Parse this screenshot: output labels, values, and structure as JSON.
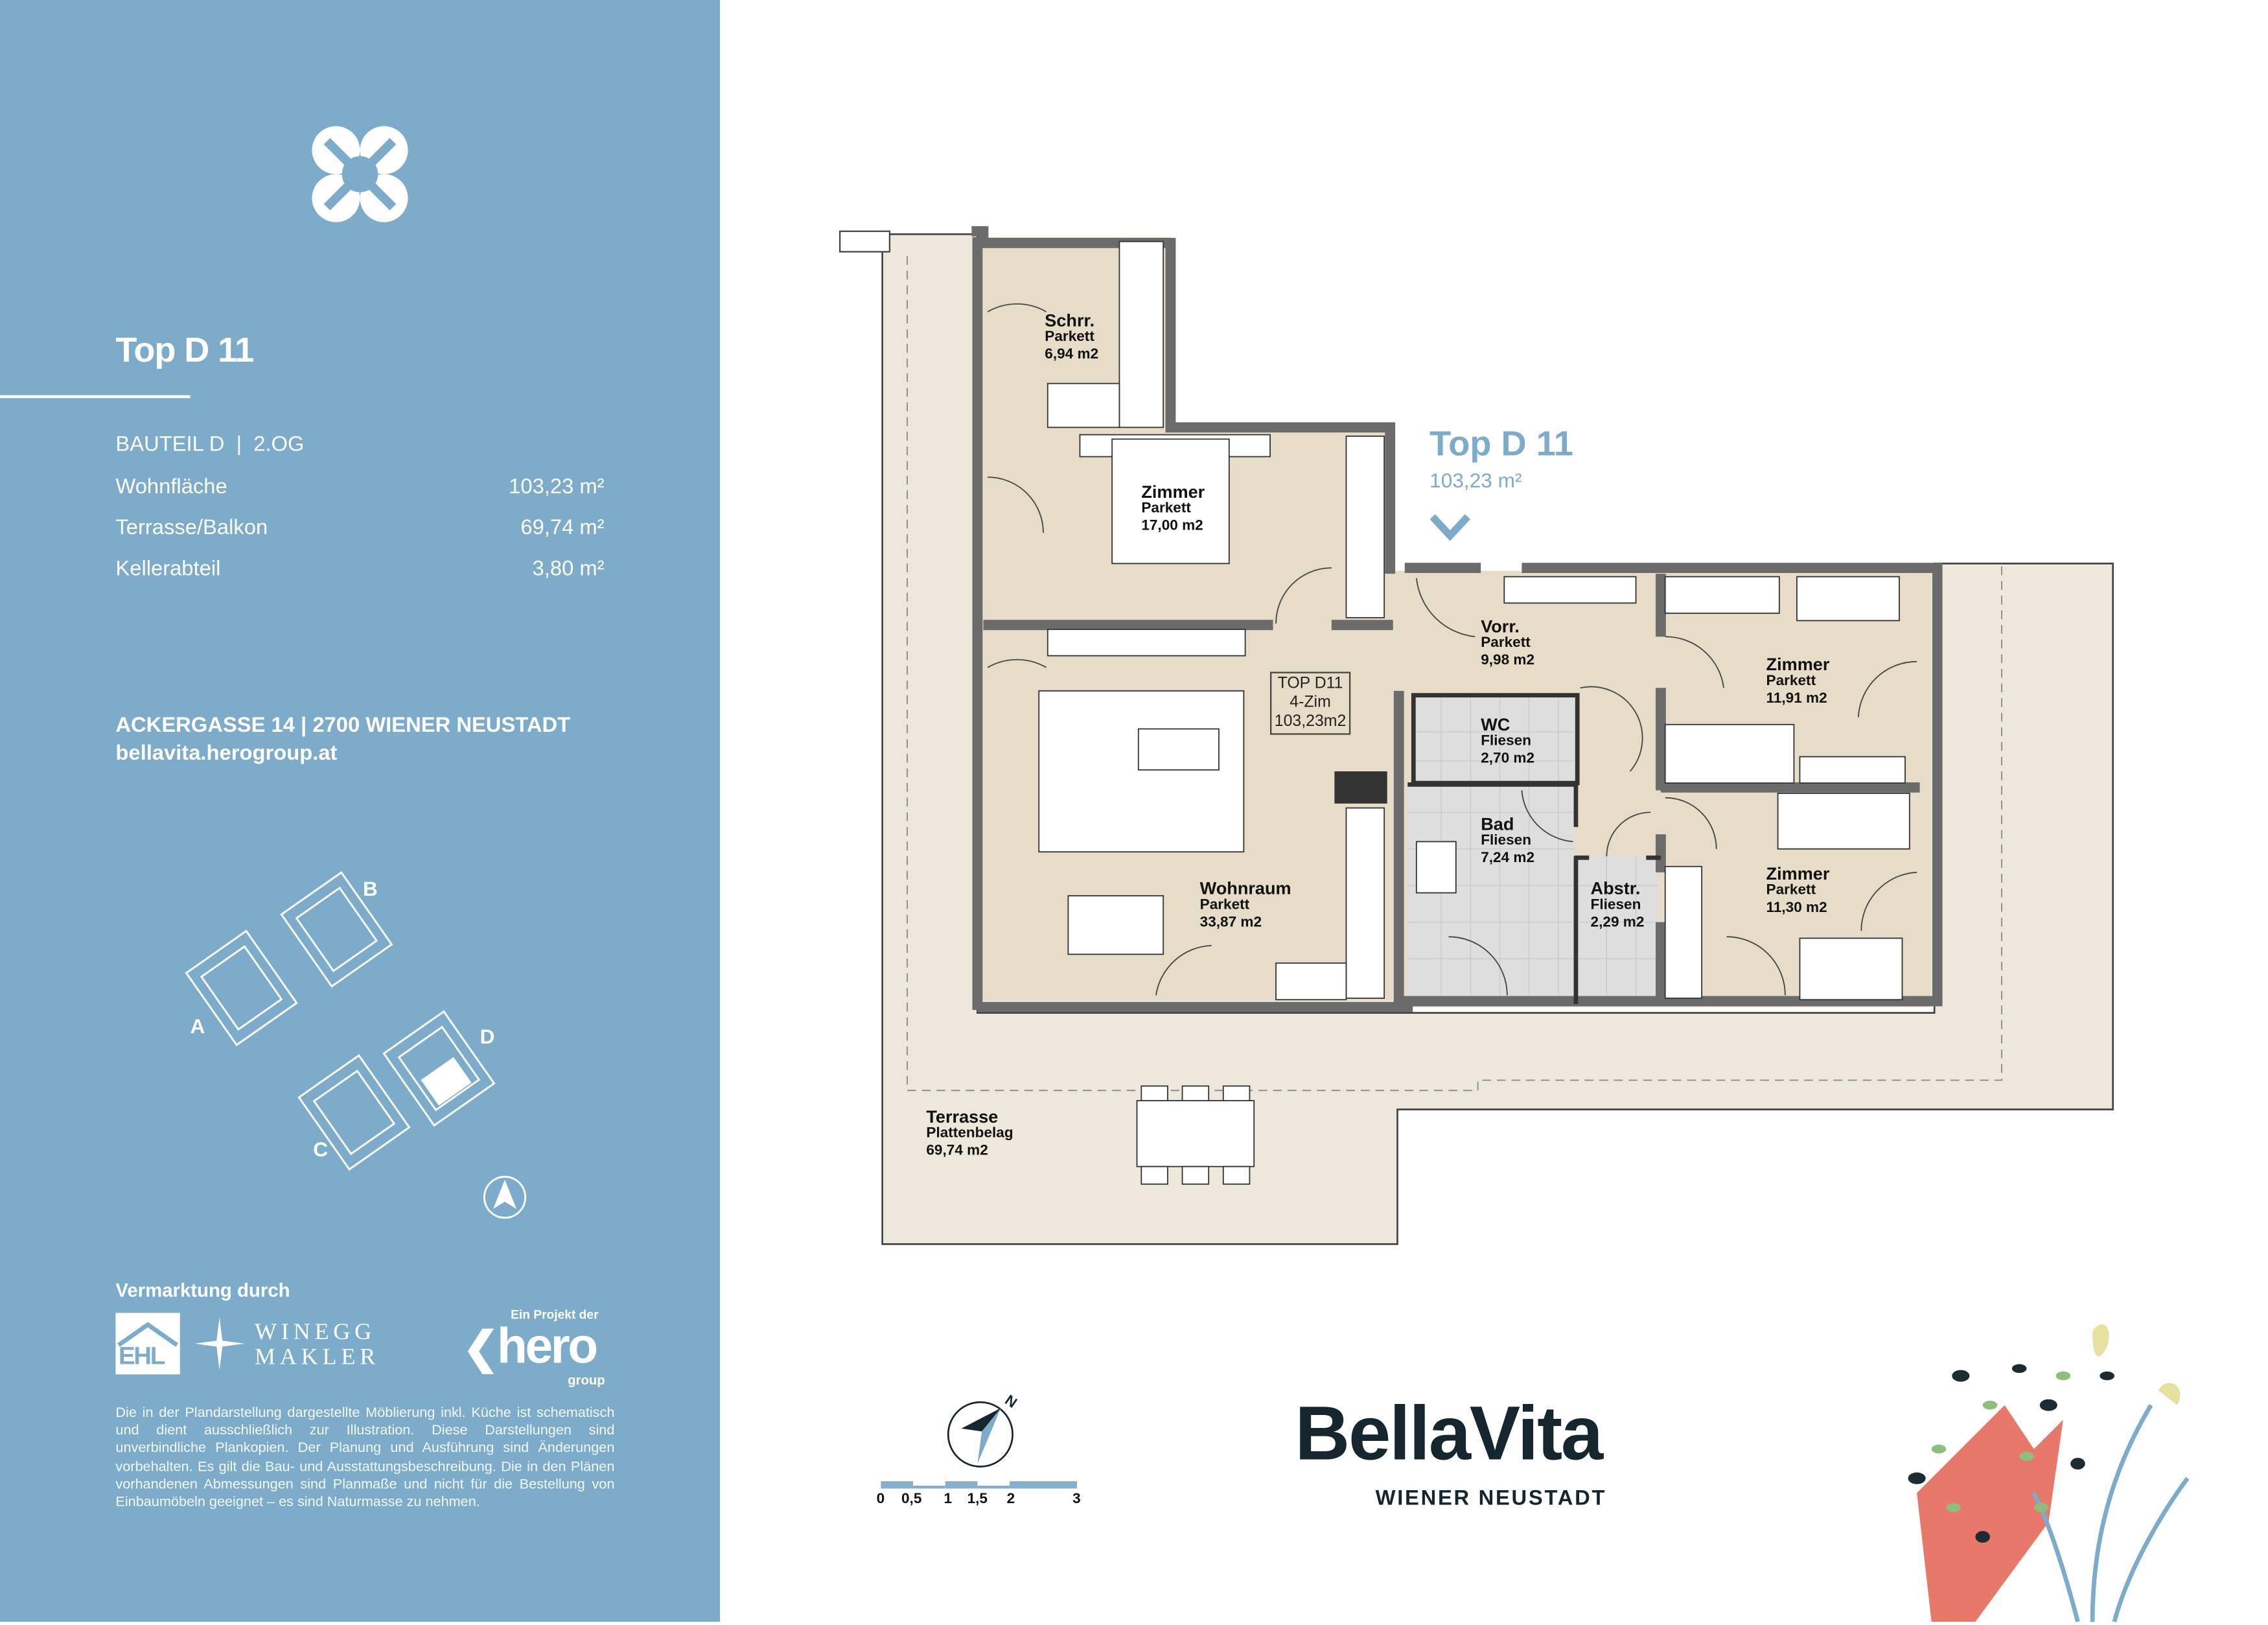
{
  "sidebar": {
    "title": "Top D 11",
    "bauteil": "BAUTEIL D  |  2.OG",
    "areas": [
      {
        "label": "Wohnfläche",
        "value": "103,23 m²"
      },
      {
        "label": "Terrasse/Balkon",
        "value": "69,74 m²"
      },
      {
        "label": "Kellerabteil",
        "value": "3,80 m²"
      }
    ],
    "address": "ACKERGASSE 14 | 2700 WIENER NEUSTADT",
    "website": "bellavita.herogroup.at",
    "site_plan_buildings": [
      "A",
      "B",
      "C",
      "D"
    ],
    "marketing_label": "Vermarktung durch",
    "partner_logos": {
      "ehl": "EHL",
      "winegg": [
        "WINEGG",
        "MAKLER"
      ],
      "hero_prefix": "Ein Projekt der",
      "hero": "hero",
      "hero_suffix": "group"
    },
    "disclaimer": "Die in der Plandarstellung dargestellte Möblierung inkl. Küche ist schematisch und dient ausschließlich zur Illustration. Diese Darstellungen sind unverbindliche Plankopien. Der Planung und Ausführung sind Änderungen vorbehalten. Es gilt die Bau- und Ausstattungsbeschreibung. Die in den Plänen vorhandenen Abmessungen sind Planmaße und nicht für die Bestellung von Einbaumöbeln geeignet – es sind Naturmasse zu nehmen."
  },
  "plan": {
    "unit_title": "Top D 11",
    "unit_area": "103,23 m²",
    "unit_tag": [
      "TOP D11",
      "4-Zim",
      "103,23m2"
    ],
    "rooms": [
      {
        "name": "Schrr.",
        "floor": "Parkett",
        "area": "6,94 m2"
      },
      {
        "name": "Zimmer",
        "floor": "Parkett",
        "area": "17,00 m2"
      },
      {
        "name": "Vorr.",
        "floor": "Parkett",
        "area": "9,98 m2"
      },
      {
        "name": "Zimmer",
        "floor": "Parkett",
        "area": "11,91 m2"
      },
      {
        "name": "WC",
        "floor": "Fliesen",
        "area": "2,70 m2"
      },
      {
        "name": "Bad",
        "floor": "Fliesen",
        "area": "7,24 m2"
      },
      {
        "name": "Abstr.",
        "floor": "Fliesen",
        "area": "2,29 m2"
      },
      {
        "name": "Zimmer",
        "floor": "Parkett",
        "area": "11,30 m2"
      },
      {
        "name": "Wohnraum",
        "floor": "Parkett",
        "area": "33,87 m2"
      },
      {
        "name": "Terrasse",
        "floor": "Plattenbelag",
        "area": "69,74 m2"
      }
    ]
  },
  "footer": {
    "compass_label": "N",
    "scale_ticks": [
      "0",
      "0,5",
      "1",
      "1,5",
      "2",
      "3"
    ],
    "brand": "BellaVita",
    "brand_sub": "WIENER NEUSTADT"
  },
  "colors": {
    "sidebar": "#7dabca",
    "floor": "#e6dcc8",
    "terrace": "#eee7dc",
    "wall": "#6b6b6b",
    "tile": "#dedede",
    "brand_dark": "#15262e"
  }
}
